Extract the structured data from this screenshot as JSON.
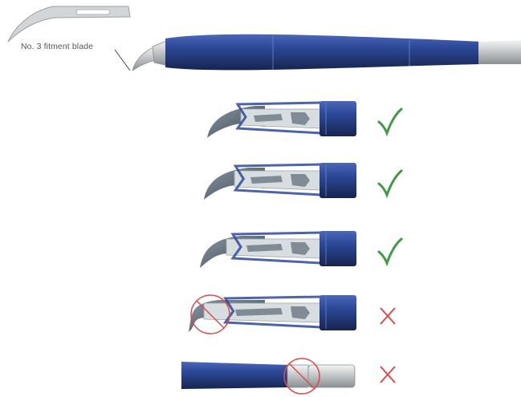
{
  "header": {
    "blade_label": "No. 3 fitment blade"
  },
  "steps": [
    {
      "result": "correct",
      "mark": "✓"
    },
    {
      "result": "correct",
      "mark": "✓"
    },
    {
      "result": "correct",
      "mark": "✓"
    },
    {
      "result": "incorrect",
      "mark": "✗",
      "highlight": "blade-tip-circled"
    },
    {
      "result": "incorrect",
      "mark": "✗",
      "highlight": "blade-seat-circled"
    }
  ],
  "colors": {
    "handle_blue": "#2d4a9a",
    "handle_dark": "#1d2f6b",
    "blade_steel": "#5c6b78",
    "blade_light": "#d8dde0",
    "correct_green": "#3e9a43",
    "incorrect_red": "#d94b4b"
  }
}
